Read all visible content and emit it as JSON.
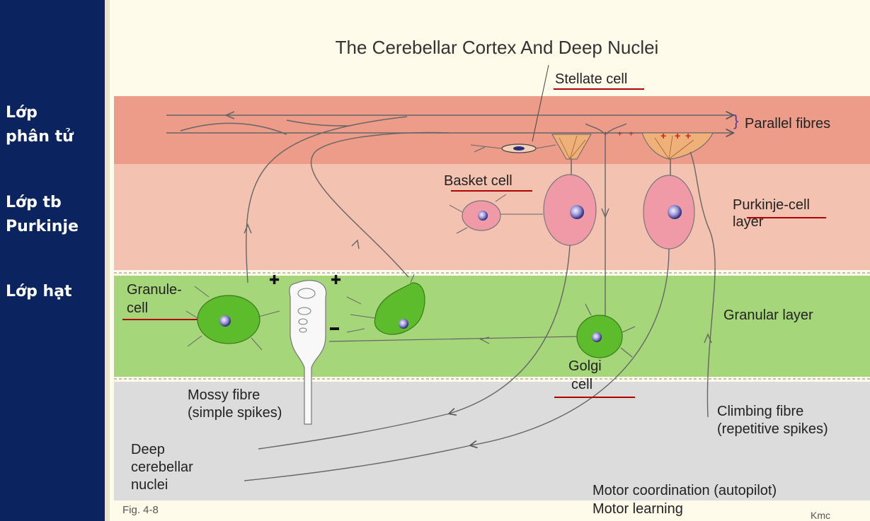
{
  "sidebar": {
    "layers": [
      {
        "label": "Lớp\nphân tử"
      },
      {
        "label": "Lớp tb\nPurkinje"
      },
      {
        "label": "Lớp hạt"
      }
    ]
  },
  "diagram": {
    "title": "The Cerebellar Cortex And Deep Nuclei",
    "stellate_cell": "Stellate cell",
    "parallel_fibres": "Parallel fibres",
    "basket_cell": "Basket cell",
    "purkinje_layer_1": "Purkinje-cell",
    "purkinje_layer_2": "layer",
    "granule_cell_1": "Granule-",
    "granule_cell_2": "cell",
    "granular_layer": "Granular layer",
    "golgi_cell_1": "Golgi",
    "golgi_cell_2": "cell",
    "mossy_fibre_1": "Mossy fibre",
    "mossy_fibre_2": "(simple spikes)",
    "climbing_fibre_1": "Climbing fibre",
    "climbing_fibre_2": "(repetitive spikes)",
    "deep_nuclei_1": "Deep",
    "deep_nuclei_2": "cerebellar",
    "deep_nuclei_3": "nuclei",
    "motor_1": "Motor coordination (autopilot)",
    "motor_2": "Motor learning",
    "fig_label": "Fig. 4-8",
    "signature": "Kmc",
    "plus_sign": "✚",
    "minus_sign": "▬",
    "colors": {
      "sidebar": "#0b2460",
      "molecular_layer": "#ec9c89",
      "purkinje_layer": "#f3c2b0",
      "granular_layer": "#a6d67a",
      "white_matter": "#dcdcdc",
      "cell_pink": "#f09aa8",
      "cell_green": "#5cbc2c",
      "underline": "#b00000"
    }
  }
}
